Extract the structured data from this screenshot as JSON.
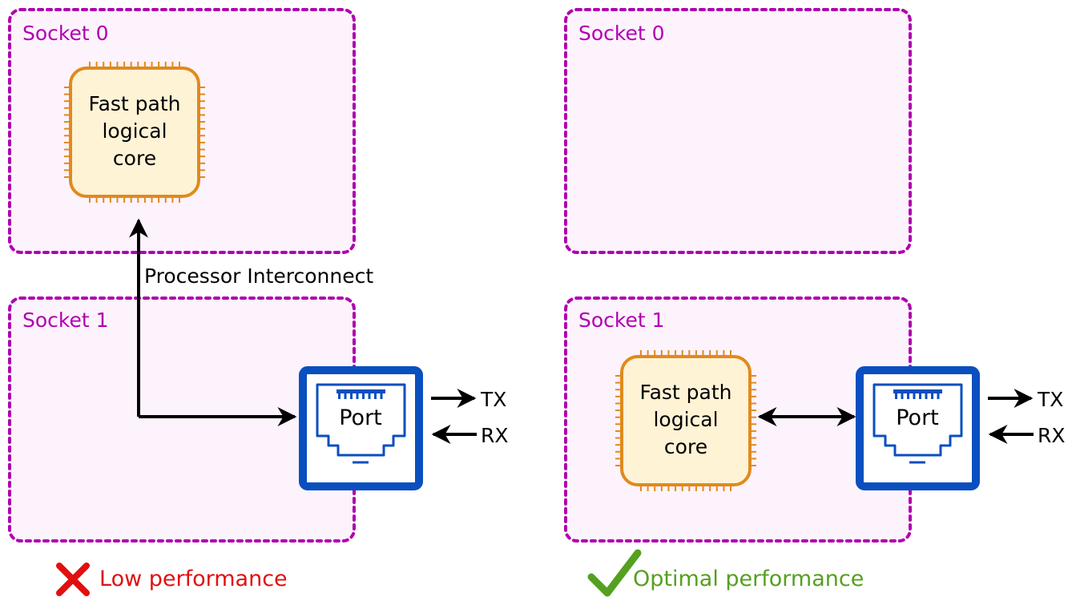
{
  "colors": {
    "socket_border": "#b000b0",
    "socket_fill": "#fdf3fd",
    "socket_label": "#b000b0",
    "core_border": "#e08a1e",
    "core_fill": "#fff3d6",
    "port_blue": "#0a4fbf",
    "arrow": "#000000",
    "bad": "#e01010",
    "good": "#55a020"
  },
  "left": {
    "socket0_label": "Socket 0",
    "socket1_label": "Socket 1",
    "core_lines": [
      "Fast path",
      "logical",
      "core"
    ],
    "port_label": "Port",
    "tx_label": "TX",
    "rx_label": "RX",
    "interconnect_label": "Processor Interconnect",
    "verdict": "Low performance",
    "verdict_icon": "cross-icon"
  },
  "right": {
    "socket0_label": "Socket 0",
    "socket1_label": "Socket 1",
    "core_lines": [
      "Fast path",
      "logical",
      "core"
    ],
    "port_label": "Port",
    "tx_label": "TX",
    "rx_label": "RX",
    "verdict": "Optimal performance",
    "verdict_icon": "check-icon"
  }
}
